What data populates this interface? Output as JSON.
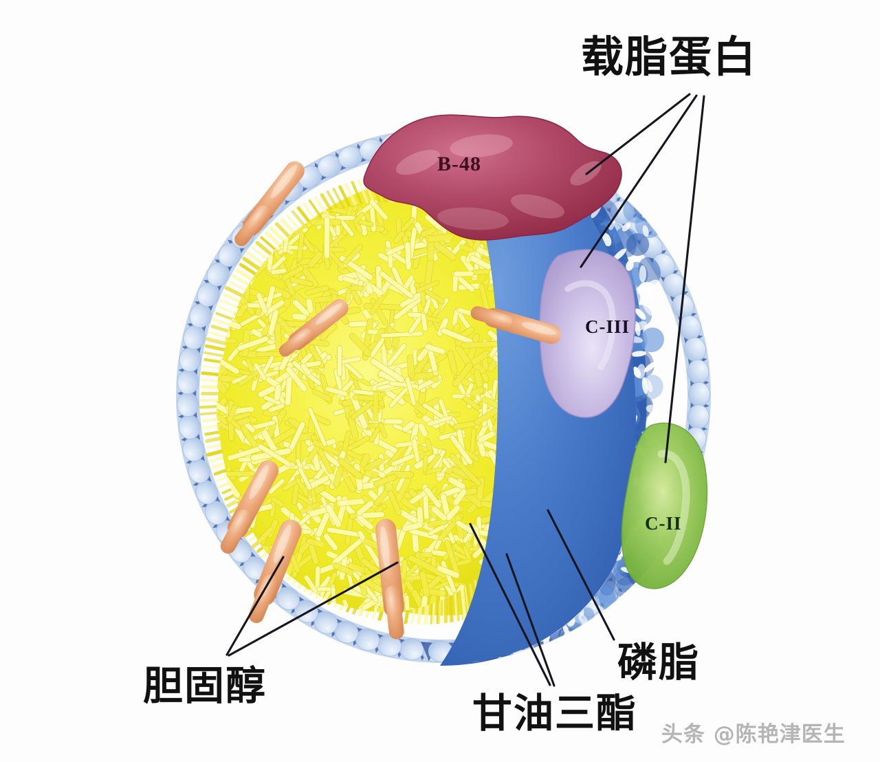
{
  "figure": {
    "title_text": "载脂蛋白",
    "type": "biology-illustration",
    "subject": "chylomicron / lipoprotein particle cross-section",
    "background_color": "#fdfdfd"
  },
  "labels": {
    "apolipoprotein": "载脂蛋白",
    "cholesterol": "胆固醇",
    "triglyceride": "甘油三酯",
    "phospholipid": "磷脂"
  },
  "proteins": [
    {
      "id": "b48",
      "label": "B-48",
      "color": "#a8385a",
      "text_color": "#3d1020"
    },
    {
      "id": "ciii",
      "label": "C-III",
      "color": "#c4b2dd",
      "text_color": "#181020"
    },
    {
      "id": "cii",
      "label": "C-II",
      "color": "#8cc152",
      "text_color": "#10300c"
    }
  ],
  "watermark": {
    "text": "头条 @陈艳津医生",
    "color": "#9a9a9a"
  },
  "colors": {
    "core_yellow": "#f2ef2a",
    "tail_yellow": "#f4e84a",
    "head_lightblue": "#cbdcf0",
    "head_darkblue": "#3f63aa",
    "surface_blue": "#3d6fc0",
    "surface_blue_light": "#6394d8",
    "cholesterol_orange": "#d4824a",
    "cholesterol_salmon": "#e8a87c",
    "protein_b48": "#a8385a",
    "protein_ciii": "#c4b2dd",
    "protein_cii": "#8cc152",
    "leader_line": "#15161e",
    "text": "#111111"
  },
  "leader_lines": {
    "apolipoprotein_targets": 3,
    "cholesterol_targets": 2,
    "triglyceride_targets": 2,
    "phospholipid_targets": 1
  }
}
